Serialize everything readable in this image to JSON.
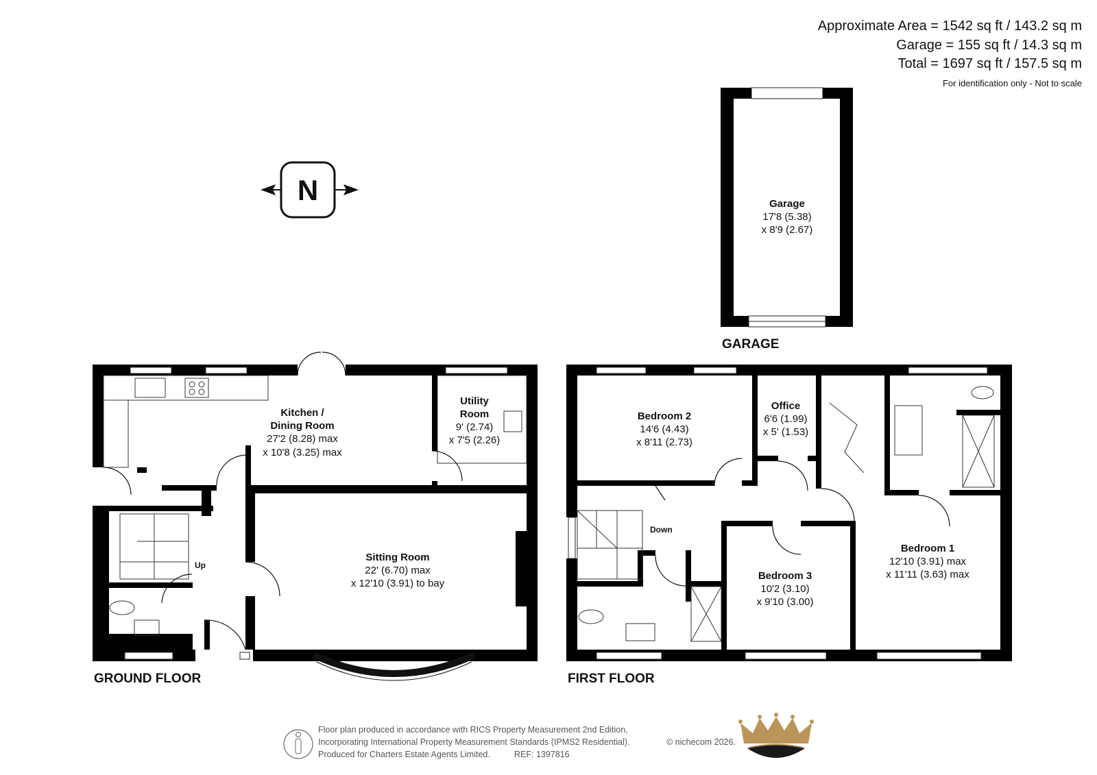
{
  "areas": {
    "approximate": "Approximate Area = 1542 sq ft / 143.2 sq m",
    "garage": "Garage = 155 sq ft / 14.3 sq m",
    "total": "Total = 1697 sq ft / 157.5 sq m",
    "note": "For identification only - Not to scale"
  },
  "compass": {
    "letter": "N",
    "icon": "north-compass-icon"
  },
  "floors": {
    "garage": "GARAGE",
    "ground": "GROUND FLOOR",
    "first": "FIRST FLOOR"
  },
  "rooms": {
    "garage": {
      "name": "Garage",
      "dim1": "17'8 (5.38)",
      "dim2": "x 8'9 (2.67)"
    },
    "kitchen": {
      "name1": "Kitchen /",
      "name2": "Dining Room",
      "dim1": "27'2 (8.28) max",
      "dim2": "x 10'8 (3.25) max"
    },
    "utility": {
      "name1": "Utility",
      "name2": "Room",
      "dim1": "9' (2.74)",
      "dim2": "x 7'5 (2.26)"
    },
    "sitting": {
      "name": "Sitting Room",
      "dim1": "22' (6.70) max",
      "dim2": "x 12'10 (3.91) to bay"
    },
    "bedroom2": {
      "name": "Bedroom 2",
      "dim1": "14'6 (4.43)",
      "dim2": "x 8'11 (2.73)"
    },
    "office": {
      "name": "Office",
      "dim1": "6'6 (1.99)",
      "dim2": "x 5' (1.53)"
    },
    "bedroom3": {
      "name": "Bedroom 3",
      "dim1": "10'2 (3.10)",
      "dim2": "x 9'10 (3.00)"
    },
    "bedroom1": {
      "name": "Bedroom 1",
      "dim1": "12'10 (3.91) max",
      "dim2": "x 11'11 (3.63) max"
    }
  },
  "stairs": {
    "up": "Up",
    "down": "Down"
  },
  "footer": {
    "line1": "Floor plan produced in accordance with RICS Property Measurement 2nd Edition,",
    "line2": "Incorporating International Property Measurement Standards (IPMS2 Residential).",
    "copyright": "© nichecom 2026.",
    "line3": "Produced for Charters Estate Agents Limited.",
    "ref": "REF: 1397816",
    "icon": "person-icon",
    "logo": "crown-logo-icon"
  },
  "colors": {
    "wall": "#000000",
    "logo_gold": "#b9955a",
    "text": "#111111"
  }
}
